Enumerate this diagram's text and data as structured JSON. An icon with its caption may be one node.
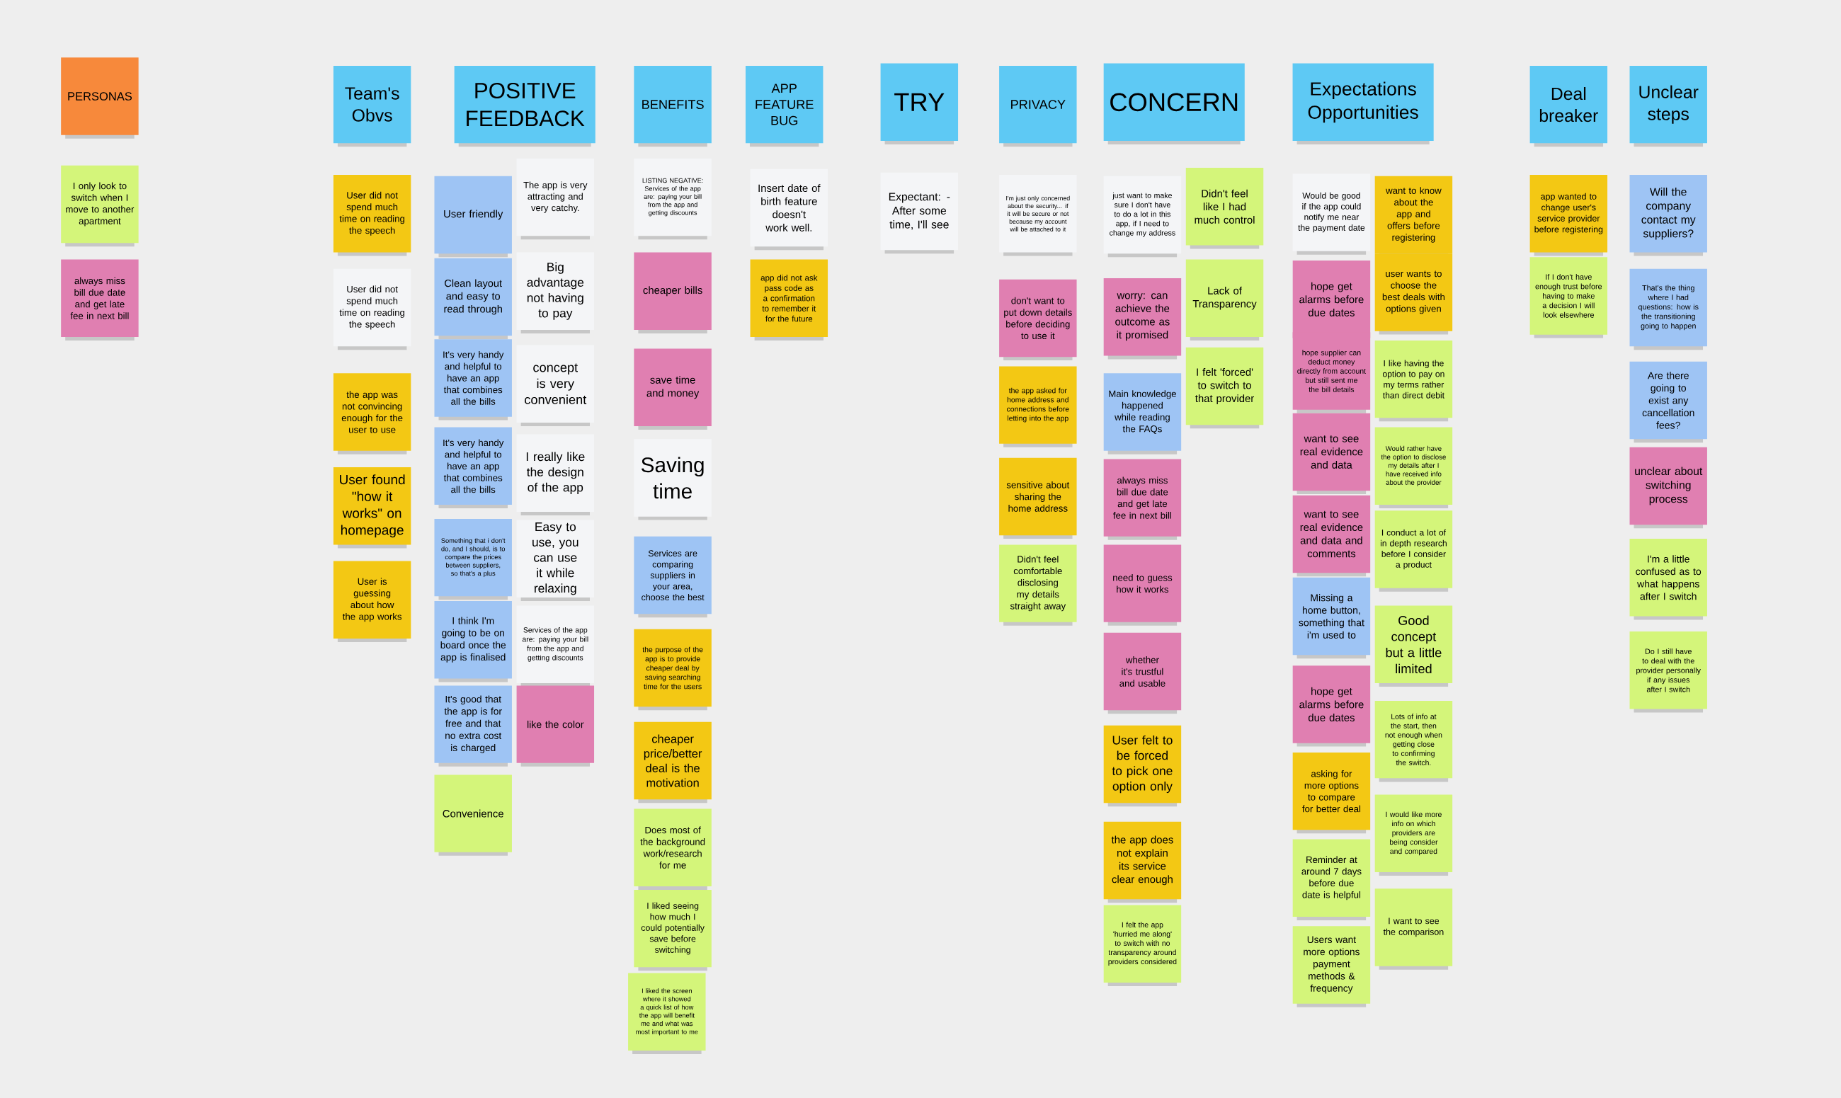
{
  "diagram": {
    "nodes": [
      {
        "text": [
          "PERSONAS"
        ]
      },
      {
        "text": [
          "I only look to switch when I move to another apartment"
        ]
      },
      {
        "text": [
          "always miss bill due date and get late fee in next bill"
        ]
      },
      {
        "text": [
          "Team's Obvs"
        ]
      },
      {
        "text": [
          "User did not spend much time on reading the speech"
        ]
      },
      {
        "text": [
          "User did not spend much time on reading the speech"
        ]
      },
      {
        "text": [
          "the app was not convincing enough for the user to use"
        ]
      },
      {
        "text": [
          "User found \"how it works\" on homepage"
        ]
      },
      {
        "text": [
          "User is guessing about how the app works"
        ]
      },
      {
        "text": [
          "POSITIVE FEEDBACK"
        ]
      },
      {
        "text": [
          "User friendly"
        ]
      },
      {
        "text": [
          "Clean layout and easy to read through"
        ]
      },
      {
        "text": [
          "It's very handy and helpful to have an app that combines all the bills"
        ]
      },
      {
        "text": [
          "It's very handy and helpful to have an app that combines all the bills"
        ]
      },
      {
        "text": [
          "Something that i don't do, and I should, is to compare the prices between suppliers, so that's a plus"
        ]
      },
      {
        "text": [
          "I think I'm going to be on board once the app is finalised"
        ]
      },
      {
        "text": [
          "It's good that the app is for free and that no extra cost is charged"
        ]
      },
      {
        "text": [
          "Convenience"
        ]
      },
      {
        "text": [
          "The app is very attracting and very catchy."
        ]
      },
      {
        "text": [
          "Big advantage not having to pay"
        ]
      },
      {
        "text": [
          "concept is very convenient"
        ]
      },
      {
        "text": [
          "I really like the design of the app"
        ]
      },
      {
        "text": [
          "Easy to use, you can use it while relaxing"
        ]
      },
      {
        "text": [
          "Services of the app are: paying your bill from the app and getting discounts"
        ]
      },
      {
        "text": [
          "like the color"
        ]
      },
      {
        "text": [
          "BENEFITS"
        ]
      },
      {
        "text": [
          "LISTING NEGATIVE: Services of the app are: paying your bill from the app and getting discounts"
        ]
      },
      {
        "text": [
          "cheaper bills"
        ]
      },
      {
        "text": [
          "save time and money"
        ]
      },
      {
        "text": [
          "Saving time"
        ]
      },
      {
        "text": [
          "Services are comparing suppliers in your area, choose the best"
        ]
      },
      {
        "text": [
          "the purpose of the app is to provide cheaper deal by saving searching time for the users"
        ]
      },
      {
        "text": [
          "cheaper price/better deal is the motivation"
        ]
      },
      {
        "text": [
          "Does most of the background work/research for me"
        ]
      },
      {
        "text": [
          "I liked seeing how much I could potentially save before switching"
        ]
      },
      {
        "text": [
          "I liked the screen where it showed a quick list of how the app will benefit me and what was most important to me"
        ]
      },
      {
        "text": [
          "APP FEATURE BUG"
        ]
      },
      {
        "text": [
          "Insert date of birth feature doesn't work well."
        ]
      },
      {
        "text": [
          "app did not ask pass code as a confirmation to remember it for the future"
        ]
      },
      {
        "text": [
          "TRY"
        ]
      },
      {
        "text": [
          "Expectant: - After some time, I'll see"
        ]
      },
      {
        "text": [
          "PRIVACY"
        ]
      },
      {
        "text": [
          "I'm just only concerned about the security... if it will be secure or not because my account will be attached to it"
        ]
      },
      {
        "text": [
          "don't want to put down details before deciding to use it"
        ]
      },
      {
        "text": [
          "the app asked for home address and connections before letting into the app"
        ]
      },
      {
        "text": [
          "sensitive about sharing the home address"
        ]
      },
      {
        "text": [
          "Didn't feel comfortable disclosing my details straight away"
        ]
      },
      {
        "text": [
          "CONCERN"
        ]
      },
      {
        "text": [
          "just want to make sure I don't have to do a lot in this app, if I need to change my address"
        ]
      },
      {
        "text": [
          "worry: can achieve the outcome as it promised"
        ]
      },
      {
        "text": [
          "Main knowledge happened while reading the FAQs"
        ]
      },
      {
        "text": [
          "always miss bill due date and get late fee in next bill"
        ]
      },
      {
        "text": [
          "need to guess how it works"
        ]
      },
      {
        "text": [
          "whether it's trustful and usable"
        ]
      },
      {
        "text": [
          "User felt to be forced to pick one option only"
        ]
      },
      {
        "text": [
          "the app does not explain its service clear enough"
        ]
      },
      {
        "text": [
          "I felt the app 'hurried me along' to switch with no transparency around providers considered"
        ]
      },
      {
        "text": [
          "Didn't feel like I had much control"
        ]
      },
      {
        "text": [
          "Lack of Transparency"
        ]
      },
      {
        "text": [
          "I felt 'forced' to switch to that provider"
        ]
      },
      {
        "text": [
          "Expectations Opportunities"
        ]
      },
      {
        "text": [
          "Would be good if the app could notify me near the payment date"
        ]
      },
      {
        "text": [
          "hope get alarms before due dates"
        ]
      },
      {
        "text": [
          "hope supplier can deduct money directly from account but still sent me the bill details"
        ]
      },
      {
        "text": [
          "want to see real evidence and data"
        ]
      },
      {
        "text": [
          "want to see real evidence and data and comments"
        ]
      },
      {
        "text": [
          "Missing a home button, something that i'm used to"
        ]
      },
      {
        "text": [
          "hope get alarms before due dates"
        ]
      },
      {
        "text": [
          "asking for more options to compare for better deal"
        ]
      },
      {
        "text": [
          "Reminder at around 7 days before due date is helpful"
        ]
      },
      {
        "text": [
          "Users want more options payment methods & frequency"
        ]
      },
      {
        "text": [
          "want to know about the app and offers before registering"
        ]
      },
      {
        "text": [
          "user wants to choose the best deals with options given"
        ]
      },
      {
        "text": [
          "I like having the option to pay on my terms rather than direct debit"
        ]
      },
      {
        "text": [
          "Would rather have the option to disclose my details after I have received info about the provider"
        ]
      },
      {
        "text": [
          "I conduct a lot of in depth research before I consider a product"
        ]
      },
      {
        "text": [
          "Good concept but a little limited"
        ]
      },
      {
        "text": [
          "Lots of info at the start, then not enough when getting close to confirming the switch."
        ]
      },
      {
        "text": [
          "I would like more info on which providers are being consider and compared"
        ]
      },
      {
        "text": [
          "I want to see the comparison"
        ]
      },
      {
        "text": [
          "Deal breaker"
        ]
      },
      {
        "text": [
          "app wanted to change user's service provider before registering"
        ]
      },
      {
        "text": [
          "If I don't have enough trust before having to make a decision I will look elsewhere"
        ]
      },
      {
        "text": [
          "Unclear steps"
        ]
      },
      {
        "text": [
          "Will the company contact my suppliers?"
        ]
      },
      {
        "text": [
          "That's the thing where I had questions: how is the transitioning going to happen"
        ]
      },
      {
        "text": [
          "Are there going to exist any cancellation fees?"
        ]
      },
      {
        "text": [
          "unclear about switching process"
        ]
      },
      {
        "text": [
          "I'm a little confused as to what happens after I switch"
        ]
      },
      {
        "text": [
          "Do I still have to deal with the provider personally if any issues after I switch"
        ]
      }
    ]
  }
}
